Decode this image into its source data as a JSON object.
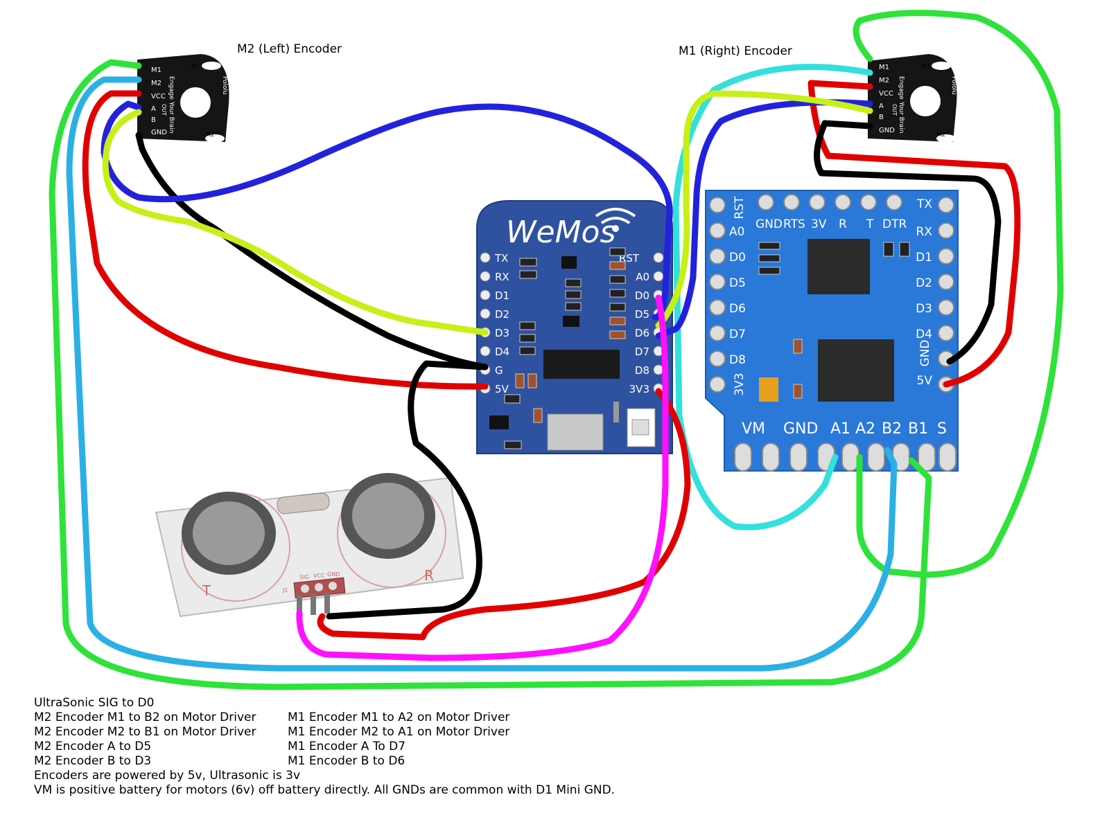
{
  "labels": {
    "m2_encoder_title": "M2 (Left) Encoder",
    "m1_encoder_title": "M1 (Right) Encoder"
  },
  "encoder": {
    "brand": "Pololu",
    "slogan": "Engage Your Brain",
    "pins": [
      "M1",
      "M2",
      "VCC",
      "A",
      "B",
      "GND"
    ],
    "motor_labels": [
      "M1",
      "M2"
    ],
    "out_label": "OUT"
  },
  "wemos": {
    "logo": "WeMos",
    "left_pins": [
      "TX",
      "RX",
      "D1",
      "D2",
      "D3",
      "D4",
      "G",
      "5V"
    ],
    "right_pins": [
      "RST",
      "A0",
      "D0",
      "D5",
      "D6",
      "D7",
      "D8",
      "3V3"
    ]
  },
  "motor_shield": {
    "top_pins": [
      "GND",
      "RTS",
      "3V",
      "R",
      "T",
      "DTR"
    ],
    "left_pins": [
      "RST",
      "A0",
      "D0",
      "D5",
      "D6",
      "D7",
      "D8",
      "3V3"
    ],
    "right_pins": [
      "TX",
      "RX",
      "D1",
      "D2",
      "D3",
      "D4",
      "GND",
      "5V"
    ],
    "bottom_pins": [
      "VM",
      "GND",
      "A1",
      "A2",
      "B2",
      "B1",
      "S"
    ]
  },
  "ultrasonic": {
    "pins": [
      "SIG",
      "VCC",
      "GND"
    ],
    "side_labels": [
      "T",
      "R"
    ],
    "header": "J1"
  },
  "notes": {
    "line1": "UltraSonic SIG to D0",
    "left": [
      "M2 Encoder M1 to B2 on Motor Driver",
      "M2 Encoder M2 to B1 on Motor Driver",
      "M2 Encoder A to D5",
      "M2 Encoder B to D3"
    ],
    "right": [
      "M1 Encoder M1 to A2 on Motor Driver",
      "M1 Encoder M2 to A1 on Motor Driver",
      "M1 Encoder A To D7",
      "M1 Encoder B to D6"
    ],
    "power": "Encoders are powered by 5v, Ultrasonic is 3v",
    "battery": "VM is positive battery for motors (6v) off battery directly. All GNDs are common with D1 Mini GND."
  },
  "colors": {
    "wire_green": "#2ee23a",
    "wire_lightblue": "#2bb0e6",
    "wire_cyan": "#33e0dc",
    "wire_blue": "#2222dd",
    "wire_lime": "#c6f018",
    "wire_red": "#e00000",
    "wire_black": "#000000",
    "wire_magenta": "#ff10ff",
    "wemos_board": "#2f52a0",
    "shield_board": "#2a78d8"
  }
}
